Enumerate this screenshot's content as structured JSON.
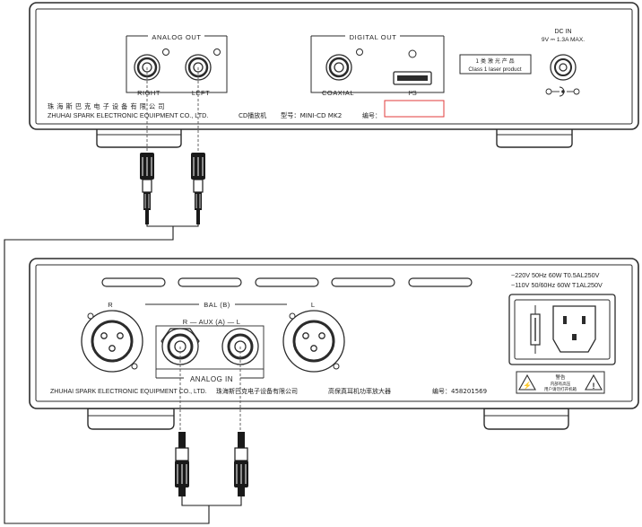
{
  "cd_player": {
    "analog_out_label": "ANALOG OUT",
    "right_label": "RIGHT",
    "left_label": "LEFT",
    "digital_out_label": "DIGITAL OUT",
    "coaxial_label": "COAXIAL",
    "i2s_label": "I²S",
    "laser_line1": "1 类 激 光 产 品",
    "laser_line2": "Class 1 laser product",
    "dc_in_label": "DC IN",
    "dc_in_spec": "9V ⎓ 1.3A MAX.",
    "company_zh": "珠 海 斯 巴 克 电 子 设 备 有 限 公 司",
    "company_en": "ZHUHAI SPARK ELECTRONIC EQUIPMENT CO., LTD.",
    "product_zh": "CD播放机",
    "model": "型号：MINI-CD MK2",
    "serial_label": "编号："
  },
  "amplifier": {
    "r_label": "R",
    "bal_label": "BAL (B)",
    "l_label": "L",
    "aux_label": "R — AUX (A) — L",
    "analog_in_label": "ANALOG IN",
    "power_spec1": "~220V 50Hz 60W  T0.5AL250V",
    "power_spec2": "~110V 50/60Hz 60W  T1AL250V",
    "warning_title": "警告",
    "warning_line1": "内部有高压",
    "warning_line2": "用户请勿打开机箱",
    "company_en": "ZHUHAI SPARK ELECTRONIC EQUIPMENT CO., LTD.",
    "company_zh": "珠海斯巴克电子设备有限公司",
    "product_zh": "高保真耳机功率放大器",
    "serial": "编号：458201569"
  },
  "colors": {
    "outline": "#2b2b2b",
    "serial_box": "#e23b3b",
    "cable": "#1a1a1a"
  }
}
